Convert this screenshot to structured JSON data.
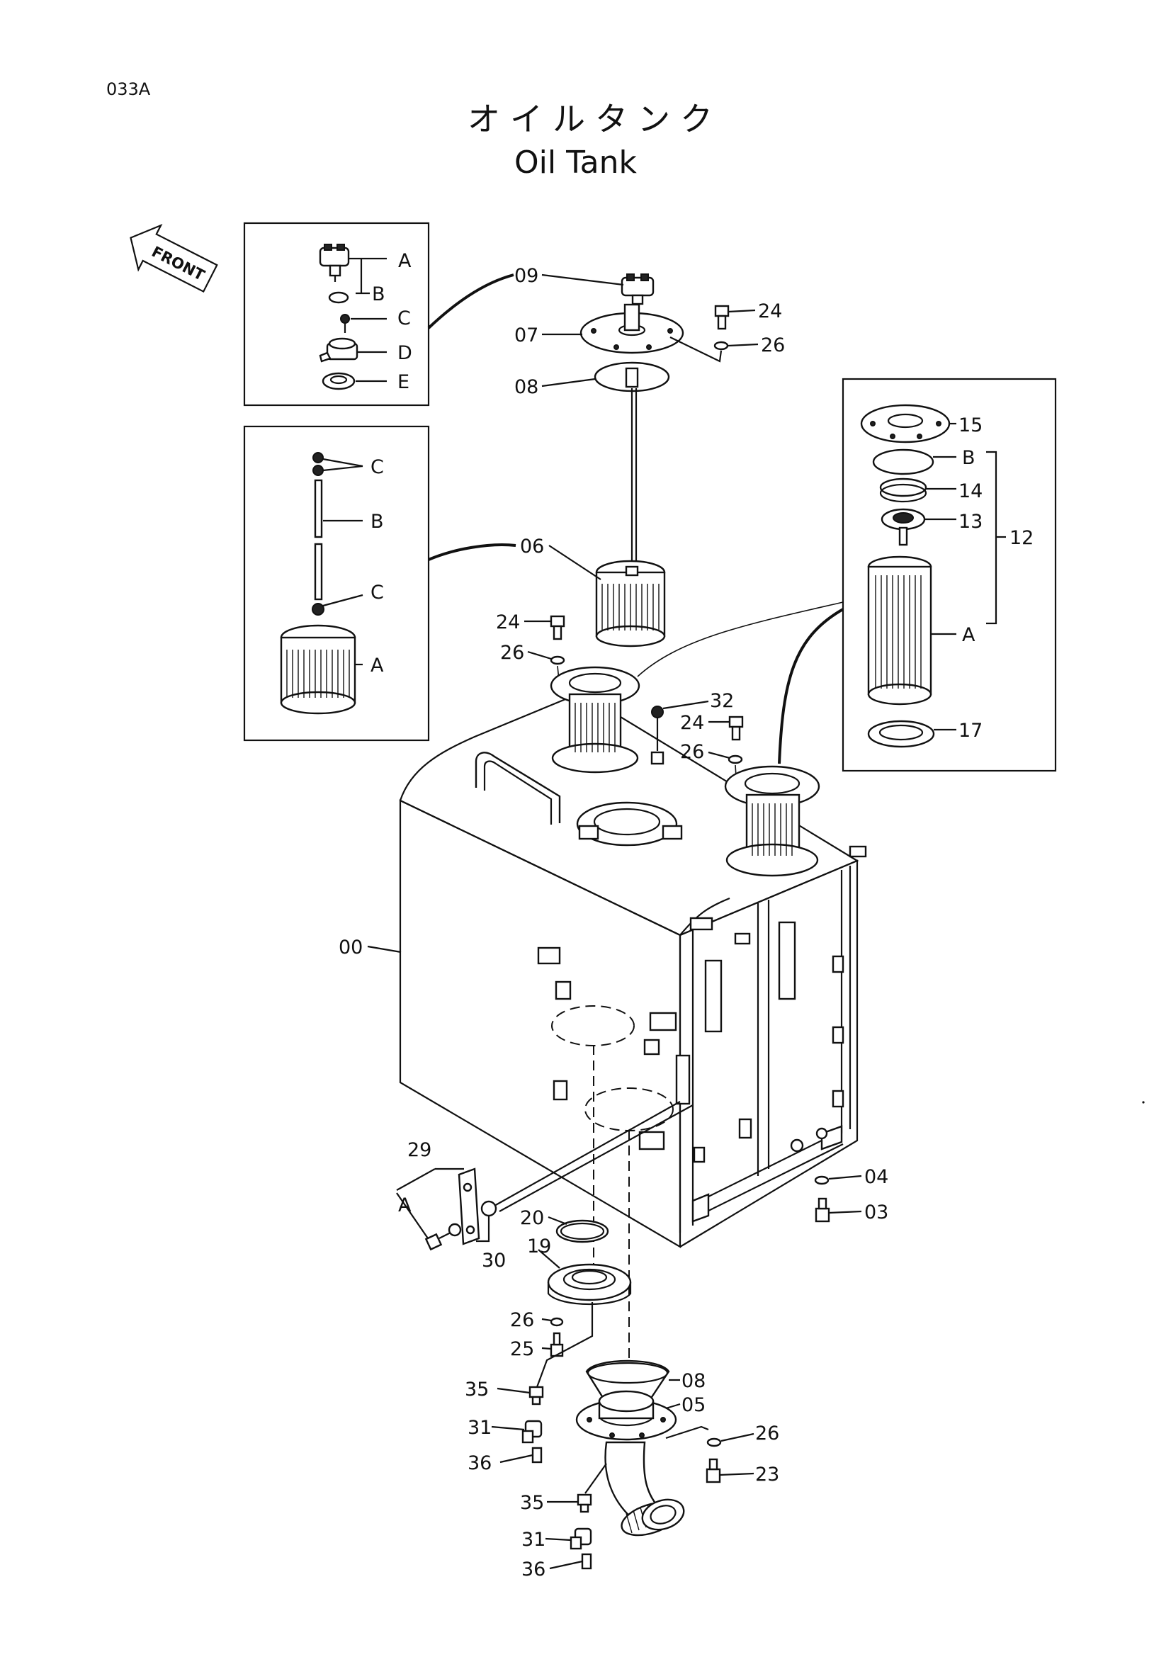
{
  "page_code": "033A",
  "title_jp": "オイルタンク",
  "title_en": "Oil Tank",
  "front_arrow_label": "FRONT",
  "colors": {
    "ink": "#111111",
    "paper": "#ffffff"
  },
  "callouts": {
    "c09": "09",
    "c07": "07",
    "c08_top": "08",
    "c24_top": "24",
    "c26_top": "26",
    "c06": "06",
    "c24_mid": "24",
    "c26_mid": "26",
    "c32": "32",
    "c24_right": "24",
    "c26_right": "26",
    "c15": "15",
    "cB_right": "B",
    "c14": "14",
    "c13": "13",
    "c12": "12",
    "cA_right": "A",
    "c17": "17",
    "c00": "00",
    "c29": "29",
    "cA_bracket": "A",
    "c30": "30",
    "c04": "04",
    "c03": "03",
    "c20": "20",
    "c19": "19",
    "c26_low": "26",
    "c25": "25",
    "c35_left": "35",
    "c31_left": "31",
    "c36_left": "36",
    "c08_bottom": "08",
    "c05": "05",
    "c26_bottom": "26",
    "c23": "23",
    "c35_bottom": "35",
    "c31_bottom": "31",
    "c36_bottom": "36"
  },
  "inset_cap": {
    "A": "A",
    "B": "B",
    "C": "C",
    "D": "D",
    "E": "E"
  },
  "inset_filter": {
    "C_top": "C",
    "B": "B",
    "C_bottom": "C",
    "A": "A"
  }
}
